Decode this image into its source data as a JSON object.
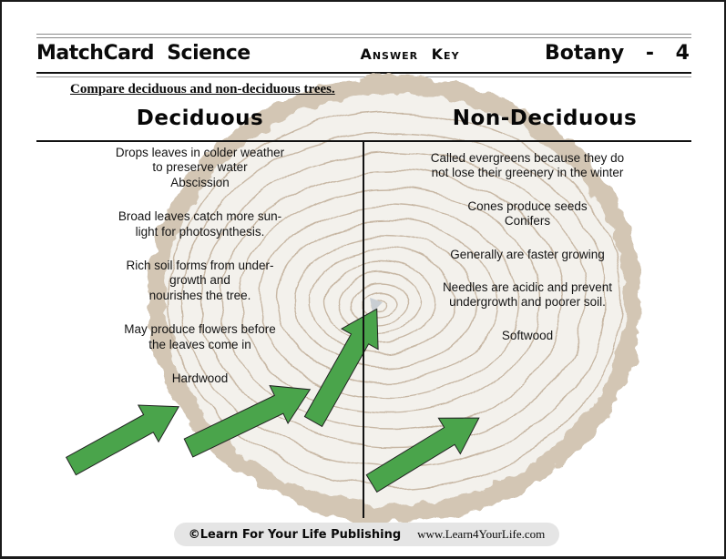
{
  "header": {
    "brand": "MatchCard Science",
    "center_label": "Answer Key",
    "course": "Botany - 4"
  },
  "instruction": "Compare deciduous and non-deciduous trees.",
  "columns": {
    "left": {
      "title": "Deciduous",
      "items": [
        "Drops leaves in colder weather\nto preserve water\nAbscission",
        "Broad leaves catch more sun-\nlight for photosynthesis.",
        "Rich soil forms from under-\ngrowth and\nnourishes the tree.",
        "May produce flowers before\nthe leaves come in",
        "Hardwood"
      ]
    },
    "right": {
      "title": "Non-Deciduous",
      "items": [
        "Called evergreens because they do\nnot lose their greenery in the winter",
        "Cones produce seeds\nConifers",
        "Generally are faster growing",
        "Needles are acidic and prevent\nundergrowth and poorer soil.",
        "Softwood"
      ]
    }
  },
  "illustration": {
    "name": "tree-trunk-cross-section",
    "bark_color": "#d3c6b4",
    "wood_color": "#f3f1ec",
    "ring_color": "#c7b7a4",
    "knot_color": "#c9ced3",
    "arrow_color": "#4aa44b",
    "arrow_outline": "#222222"
  },
  "footer": {
    "publisher": "©Learn For Your Life Publishing",
    "website": "www.Learn4YourLife.com"
  }
}
